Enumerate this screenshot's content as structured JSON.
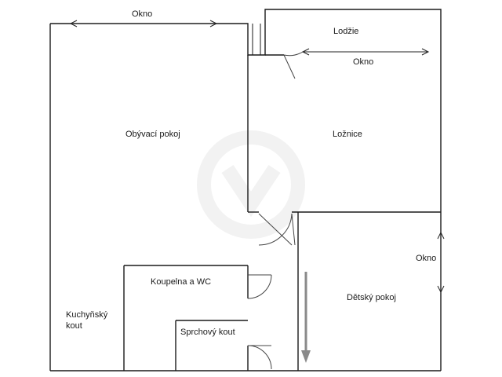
{
  "labels": {
    "window_top": "Okno",
    "loggia": "Lodžie",
    "window_loggia": "Okno",
    "living_room": "Obývací pokoj",
    "bedroom": "Ložnice",
    "window_right": "Okno",
    "bathroom": "Koupelna a WC",
    "childrens_room": "Dětský pokoj",
    "kitchen_line1": "Kuchyňský",
    "kitchen_line2": "kout",
    "shower": "Sprchový kout"
  },
  "colors": {
    "wall": "#1a1a1a",
    "arrow": "#8a8a8a"
  }
}
